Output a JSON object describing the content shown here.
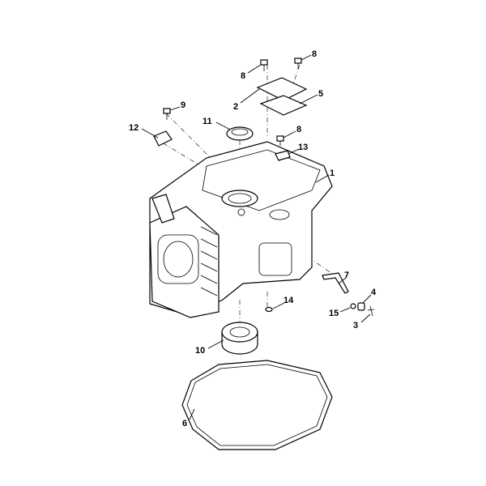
{
  "diagram": {
    "callouts": [
      {
        "part": "1",
        "label": "1"
      },
      {
        "part": "2",
        "label": "2"
      },
      {
        "part": "3",
        "label": "3"
      },
      {
        "part": "4",
        "label": "4"
      },
      {
        "part": "5",
        "label": "5"
      },
      {
        "part": "6",
        "label": "6"
      },
      {
        "part": "7",
        "label": "7"
      },
      {
        "part": "8a",
        "label": "8"
      },
      {
        "part": "8b",
        "label": "8"
      },
      {
        "part": "8c",
        "label": "8"
      },
      {
        "part": "9",
        "label": "9"
      },
      {
        "part": "10",
        "label": "10"
      },
      {
        "part": "11",
        "label": "11"
      },
      {
        "part": "12",
        "label": "12"
      },
      {
        "part": "13",
        "label": "13"
      },
      {
        "part": "14",
        "label": "14"
      },
      {
        "part": "15",
        "label": "15"
      }
    ]
  }
}
